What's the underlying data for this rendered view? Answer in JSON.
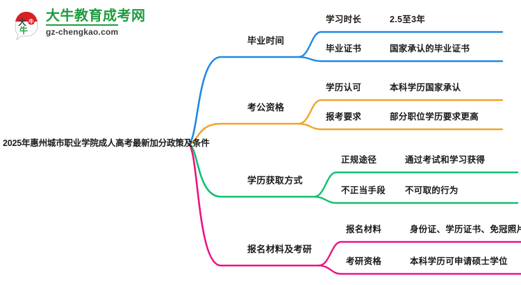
{
  "logo": {
    "name_cn": "大牛教育成考网",
    "domain": "gz-chengkao.com",
    "mark_text": "大牛",
    "brand_green": "#1f9b3f",
    "brand_red": "#d81f26"
  },
  "mindmap": {
    "root": "2025年惠州城市职业学院成人高考最新加分政策及条件",
    "branches": [
      {
        "label": "毕业时间",
        "color": "#1e88e5",
        "children": [
          {
            "label": "学习时长",
            "value": "2.5至3年"
          },
          {
            "label": "毕业证书",
            "value": "国家承认的毕业证书"
          }
        ]
      },
      {
        "label": "考公资格",
        "color": "#efa42a",
        "children": [
          {
            "label": "学历认可",
            "value": "本科学历国家承认"
          },
          {
            "label": "报考要求",
            "value": "部分职位学历要求更高"
          }
        ]
      },
      {
        "label": "学历获取方式",
        "color": "#0fc06d",
        "children": [
          {
            "label": "正规途径",
            "value": "通过考试和学习获得"
          },
          {
            "label": "不正当手段",
            "value": "不可取的行为"
          }
        ]
      },
      {
        "label": "报名材料及考研",
        "color": "#ee1180",
        "children": [
          {
            "label": "报名材料",
            "value": "身份证、学历证书、免冠照片"
          },
          {
            "label": "考研资格",
            "value": "本科学历可申请硕士学位"
          }
        ]
      }
    ]
  }
}
